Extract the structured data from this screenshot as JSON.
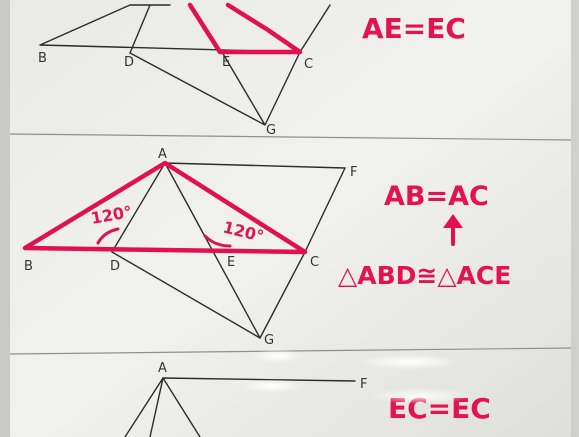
{
  "panel_top": {
    "labels": {
      "B": "B",
      "D": "D",
      "E": "E",
      "C": "C",
      "G": "G"
    },
    "equation": "AE=EC"
  },
  "panel_middle": {
    "labels": {
      "A": "A",
      "F": "F",
      "B": "B",
      "D": "D",
      "E": "E",
      "C": "C",
      "G": "G"
    },
    "angle_left": "120°",
    "angle_right": "120°",
    "equation_1": "AB=AC",
    "equation_2": "△ABD≅△ACE"
  },
  "panel_bottom": {
    "labels": {
      "A": "A",
      "F": "F"
    },
    "equation": "EC=EC"
  },
  "colors": {
    "marker": "#e0114e",
    "pencil": "#2b2b2b",
    "board": "#ececea"
  }
}
